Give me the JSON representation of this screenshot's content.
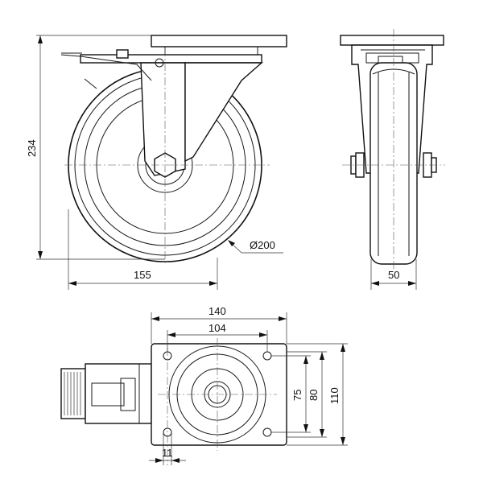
{
  "drawing": {
    "dimensions": {
      "height": "234",
      "width_side": "155",
      "wheel_diameter": "Ø200",
      "wheel_width": "50",
      "plate_length": "140",
      "hole_spacing_length": "104",
      "hole_spacing_width": "75",
      "plate_width_inner": "80",
      "plate_width": "110",
      "hole_diameter": "11"
    }
  }
}
